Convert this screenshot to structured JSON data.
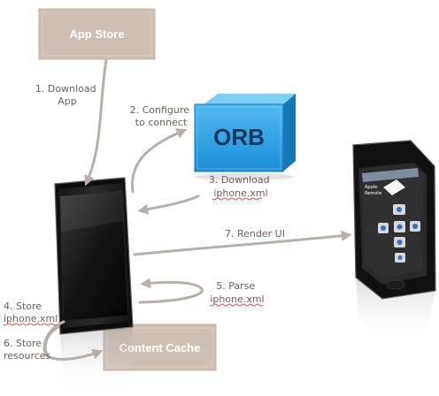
{
  "boxes": {
    "app_store": "App Store",
    "content_cache": "Content Cache",
    "orb": "ORB"
  },
  "steps": {
    "s1": [
      "1. Download",
      "App"
    ],
    "s2": [
      "2. Configure",
      "to connect"
    ],
    "s3": [
      "3. Download",
      "iphone.xml"
    ],
    "s4": [
      "4. Store",
      "iphone.xml"
    ],
    "s5": [
      "5. Parse",
      "iphone.xml"
    ],
    "s6": [
      "6. Store",
      "resources"
    ],
    "s7": "7. Render UI"
  },
  "remote_screen": {
    "title": [
      "Apple",
      "Remote"
    ]
  },
  "colors": {
    "box_fill": "#cdbfb3",
    "arrow": "#b8b0a8",
    "step_text": "#6b6259",
    "orb_cube": "#2a9fe6",
    "spell_underline": "#d21f1f"
  }
}
